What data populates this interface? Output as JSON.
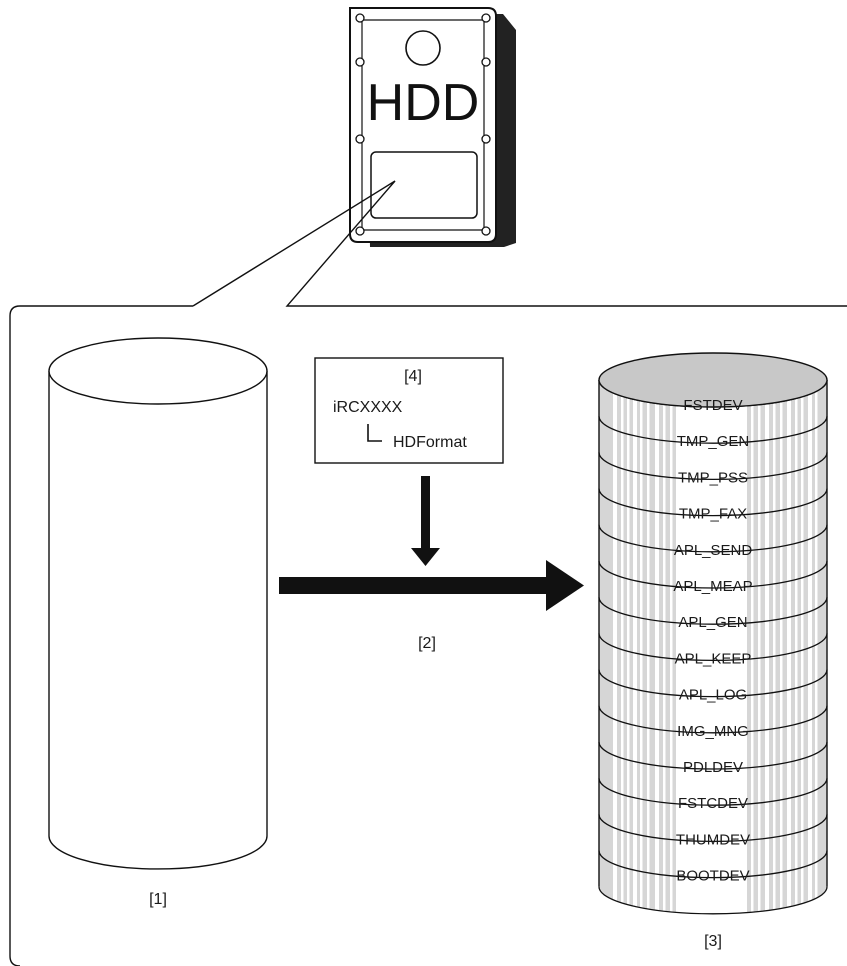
{
  "drive": {
    "label": "HDD"
  },
  "before_disk": {
    "label": "[1]"
  },
  "process": {
    "label": "[2]"
  },
  "after_disk": {
    "label": "[3]",
    "partitions": [
      "FSTDEV",
      "TMP_GEN",
      "TMP_PSS",
      "TMP_FAX",
      "APL_SEND",
      "APL_MEAP",
      "APL_GEN",
      "APL_KEEP",
      "APL_LOG",
      "IMG_MNG",
      "PDLDEV",
      "FSTCDEV",
      "THUMDEV",
      "BOOTDEV"
    ]
  },
  "command_box": {
    "label": "[4]",
    "machine": "iRCXXXX",
    "command": "HDFormat"
  },
  "colors": {
    "line": "#111111",
    "disk_top": "#c8c8c8",
    "disk_body": "#d6d6d6",
    "stripe": "#ffffff",
    "drive_case": "#222222"
  }
}
